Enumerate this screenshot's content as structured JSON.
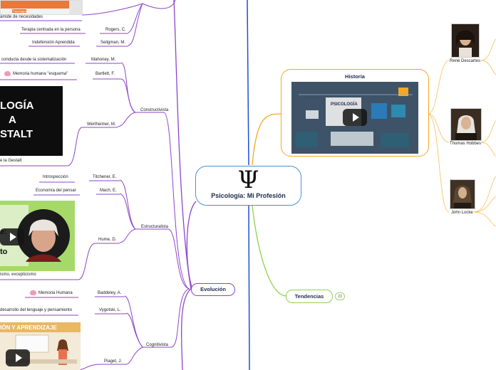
{
  "central": {
    "symbol": "Ψ",
    "title": "Psicología: Mi Profesión"
  },
  "main_topics": {
    "historia": "Historia",
    "evolucion": "Evolución",
    "tendencias": "Tendencias",
    "tendencias_count": "23"
  },
  "subtopics": {
    "constructivista": "Constructivista",
    "estructuralista": "Estructuralista",
    "cognitivista": "Cognitivista"
  },
  "leaves": {
    "maslow_topic": "ámide de necesidades",
    "rogers": "Rogers, C.",
    "rogers_topic": "Terapia centrada en la persona",
    "seligman": "Seligman, M.",
    "seligman_topic": "Indefensión Aprendida",
    "mahoney": "Mahoney, M.",
    "mahoney_topic": "conducta desde la sistematización",
    "bartlett": "Bartlett, F.",
    "bartlett_topic": "Memoria humana \"esquema\"",
    "wertheimer": "Wertheimer, M.",
    "gestalt_topic": "e la Gestalt",
    "titchener": "Titchener, E.",
    "titchener_topic": "Introspección",
    "mach": "Mach, E.",
    "mach_topic": "Economía del pensar",
    "hume": "Hume, D.",
    "hume_topic": "ismo, excepticismo",
    "baddeley": "Baddeley, A.",
    "baddeley_topic": "Memoria Humana",
    "vygotski": "Vygotski, L.",
    "vygotski_topic": "desarrollo del lenguaje y pensamiento",
    "piaget": "Piaget, J."
  },
  "images": {
    "maslow_caption": "Psicología",
    "gestalt_lines": [
      "LOGÍA",
      "A",
      "STALT"
    ],
    "hume_lines": [
      "e:",
      "to"
    ],
    "aprendizaje_text": "IÓN Y APRENDIZAJE",
    "historia_title": "PSICOLOGÍA"
  },
  "philosophers": {
    "descartes": "René Descartes",
    "hobbes": "Thomas Hobbes",
    "locke": "John Locke"
  },
  "colors": {
    "evolucion_branch": "#8e44c9",
    "historia_branch": "#f5a623",
    "tendencias_branch": "#8fd14f",
    "central_border": "#4a90d9",
    "axis": "#1f4fd1"
  }
}
